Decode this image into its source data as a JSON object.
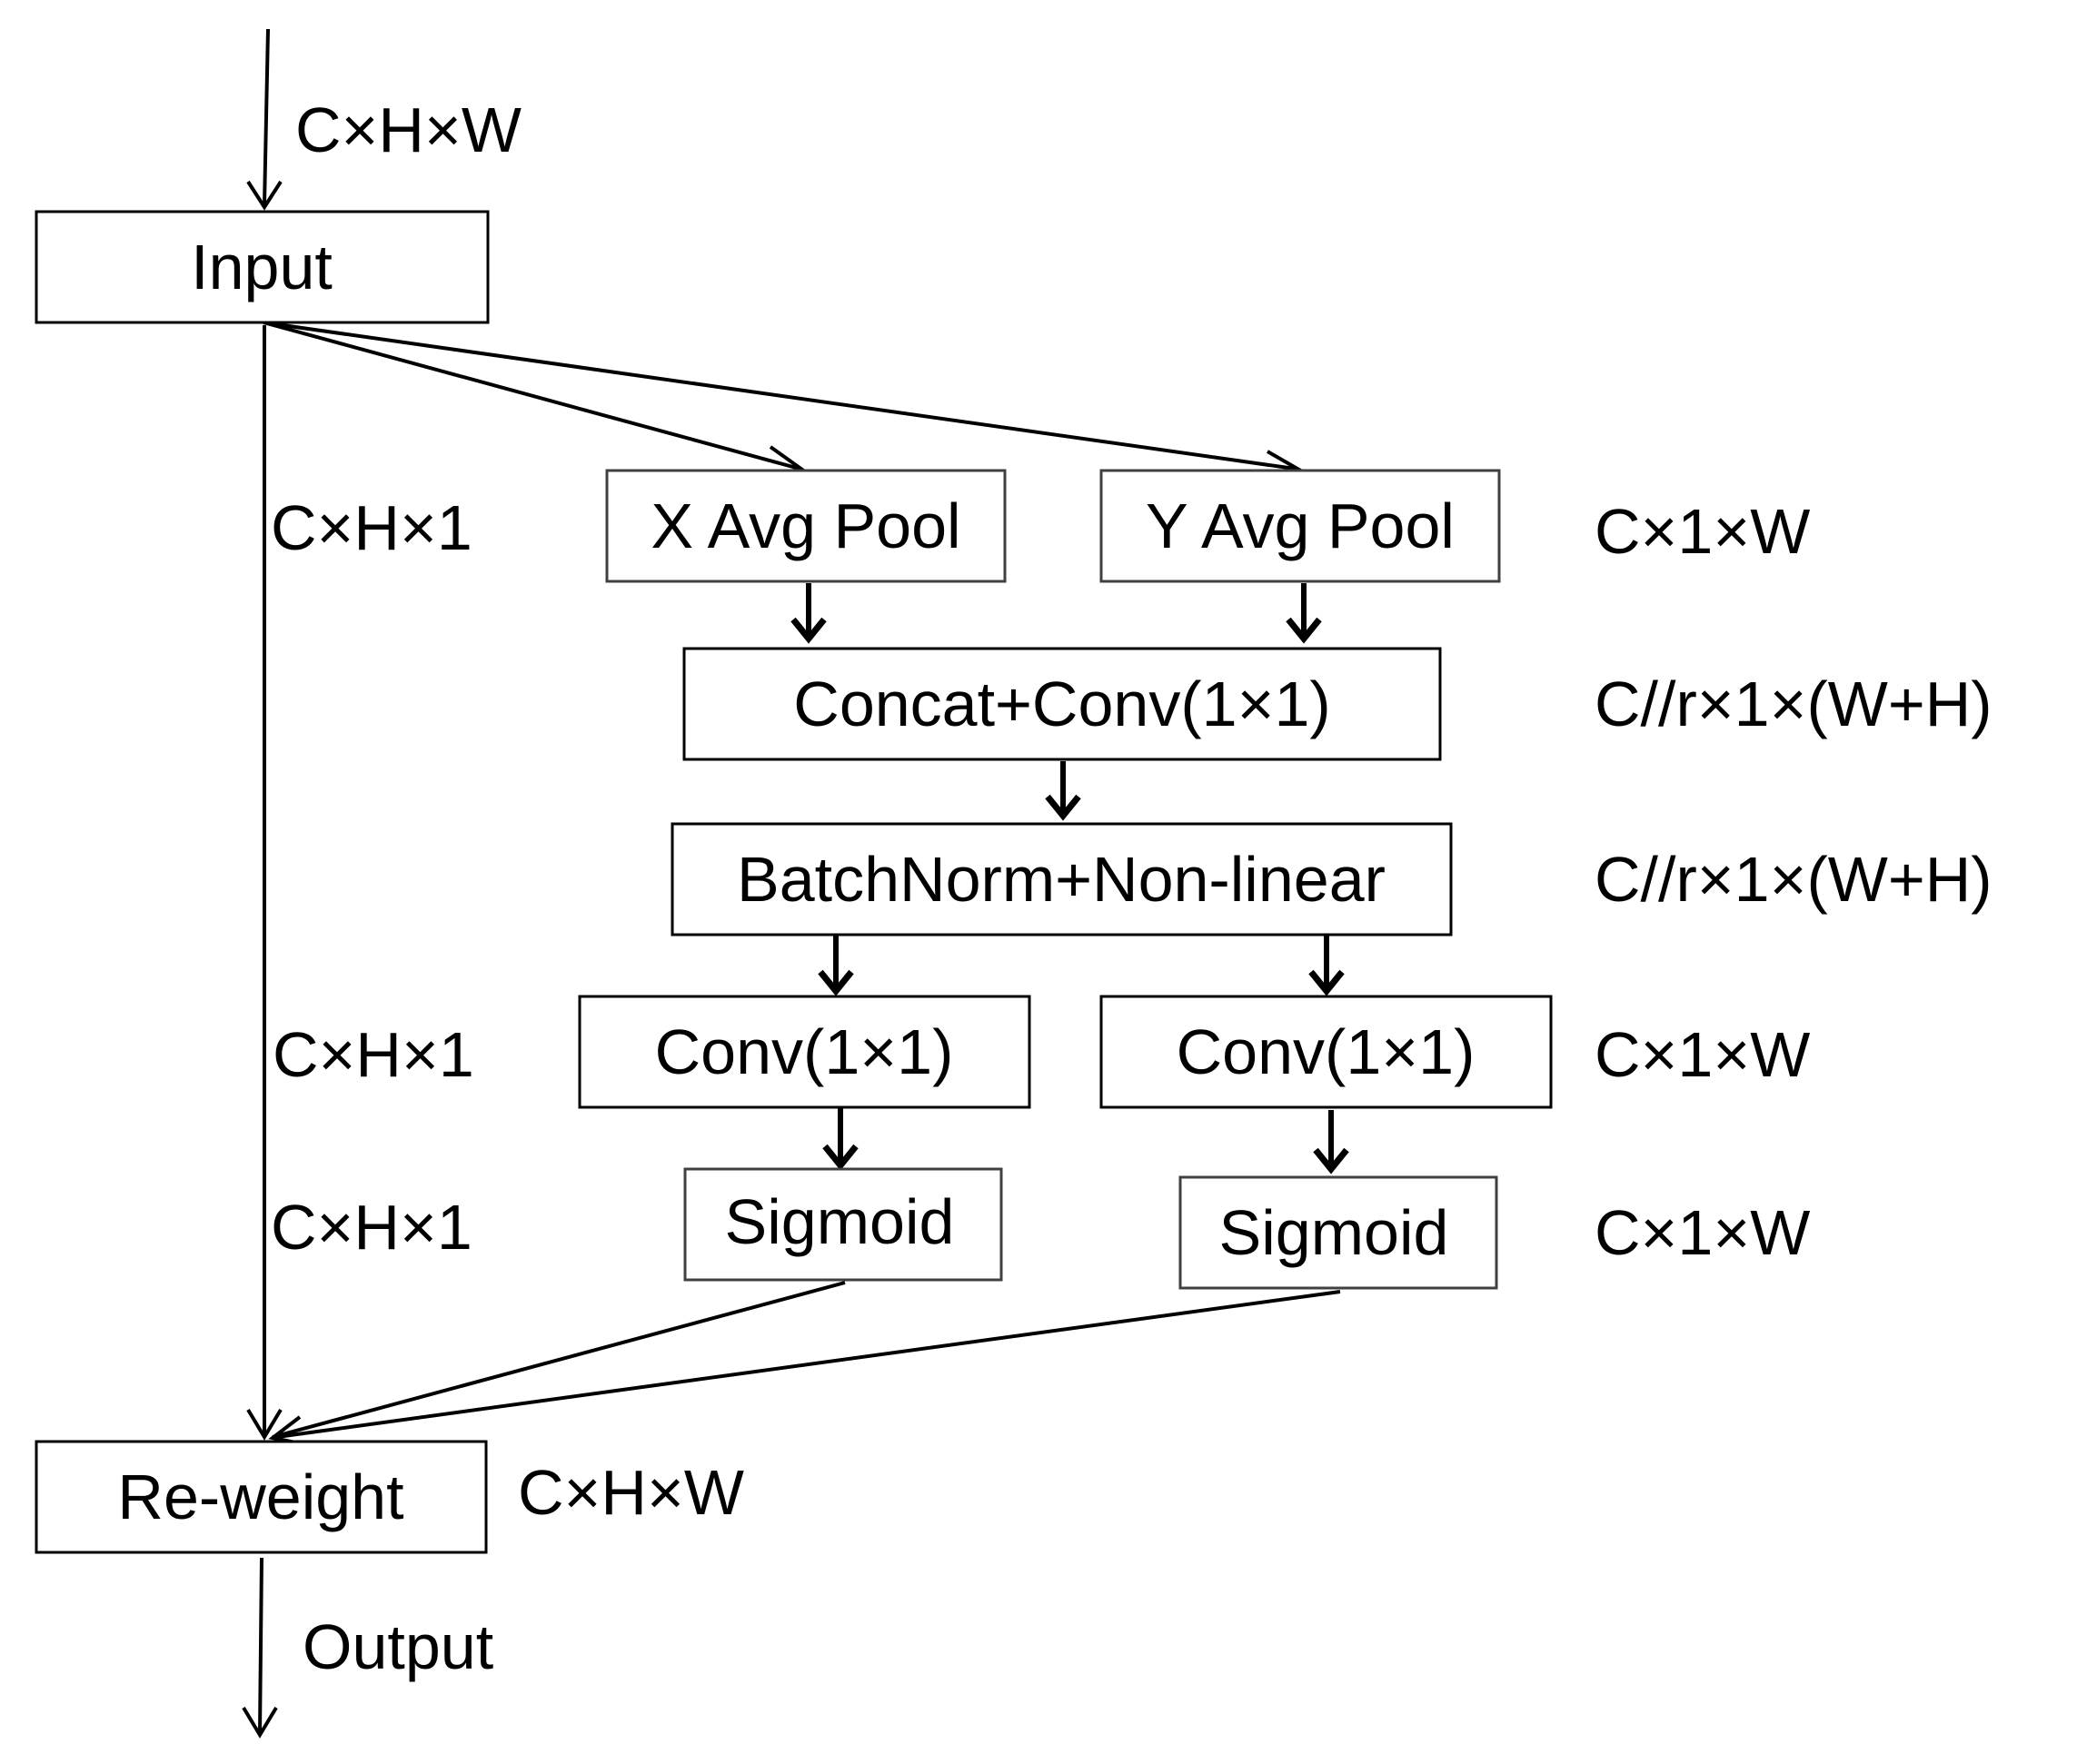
{
  "diagram": {
    "nodes": {
      "input": "Input",
      "x_avg_pool": "X Avg Pool",
      "y_avg_pool": "Y Avg Pool",
      "concat_conv": "Concat+Conv(1×1)",
      "batchnorm": "BatchNorm+Non-linear",
      "conv_left": "Conv(1×1)",
      "conv_right": "Conv(1×1)",
      "sigmoid_left": "Sigmoid",
      "sigmoid_right": "Sigmoid",
      "reweight": "Re-weight"
    },
    "shapes": {
      "input_shape": "C×H×W",
      "left_pool": "C×H×1",
      "right_pool": "C×1×W",
      "concat": "C//r×1×(W+H)",
      "batchnorm": "C//r×1×(W+H)",
      "left_conv": "C×H×1",
      "right_conv": "C×1×W",
      "left_sigmoid": "C×H×1",
      "right_sigmoid": "C×1×W",
      "reweight": "C×H×W"
    },
    "output_label": "Output"
  }
}
